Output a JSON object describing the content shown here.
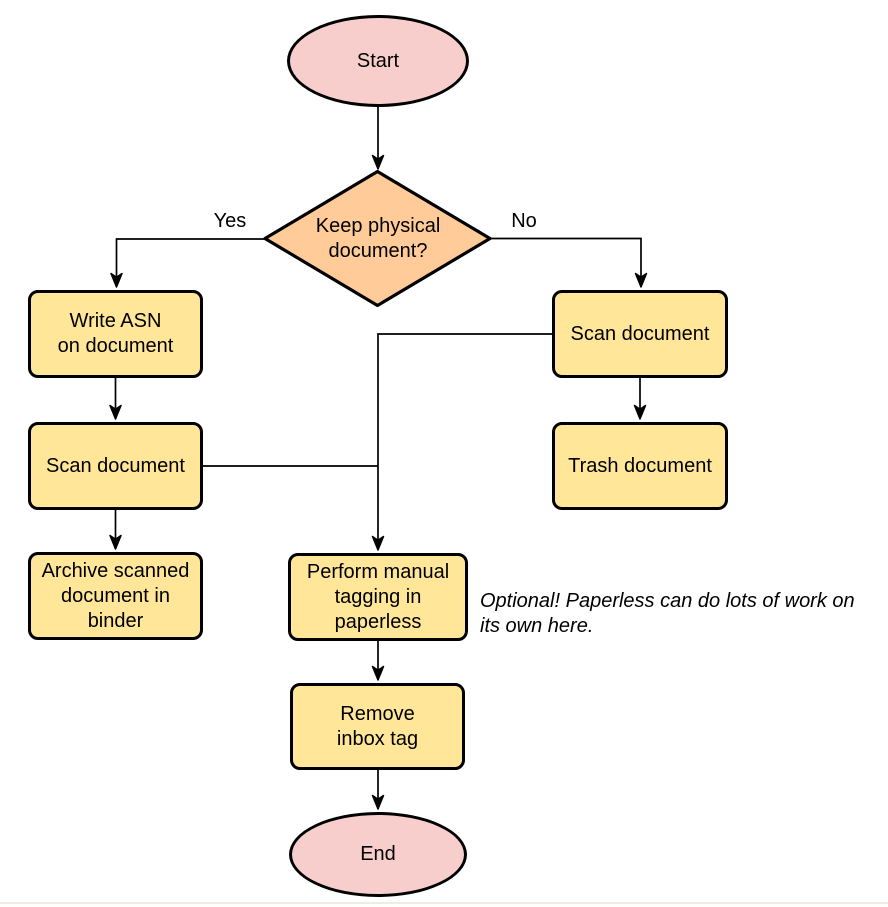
{
  "nodes": {
    "start": {
      "label": "Start",
      "type": "terminal"
    },
    "decision": {
      "label": "Keep physical\ndocument?",
      "type": "decision"
    },
    "write_asn": {
      "label": "Write ASN\non document",
      "type": "process"
    },
    "scan_left": {
      "label": "Scan document",
      "type": "process"
    },
    "archive": {
      "label": "Archive scanned\ndocument in\nbinder",
      "type": "process"
    },
    "scan_right": {
      "label": "Scan document",
      "type": "process"
    },
    "trash": {
      "label": "Trash document",
      "type": "process"
    },
    "tagging": {
      "label": "Perform manual\ntagging in\npaperless",
      "type": "process"
    },
    "remove_inbox": {
      "label": "Remove\ninbox tag",
      "type": "process"
    },
    "end": {
      "label": "End",
      "type": "terminal"
    }
  },
  "edges": [
    {
      "from": "start",
      "to": "decision"
    },
    {
      "from": "decision",
      "to": "write_asn",
      "label": "Yes"
    },
    {
      "from": "decision",
      "to": "scan_right",
      "label": "No"
    },
    {
      "from": "write_asn",
      "to": "scan_left"
    },
    {
      "from": "scan_left",
      "to": "archive"
    },
    {
      "from": "scan_right",
      "to": "trash"
    },
    {
      "from": "scan_left",
      "to": "tagging"
    },
    {
      "from": "scan_right",
      "to": "tagging"
    },
    {
      "from": "tagging",
      "to": "remove_inbox"
    },
    {
      "from": "remove_inbox",
      "to": "end"
    }
  ],
  "annotation": {
    "text": "Optional! Paperless can do lots of work on\nits own here."
  },
  "colors": {
    "terminal_fill": "#F8CECC",
    "decision_fill": "#FFCC99",
    "process_fill": "#FFE699",
    "stroke": "#000000"
  }
}
